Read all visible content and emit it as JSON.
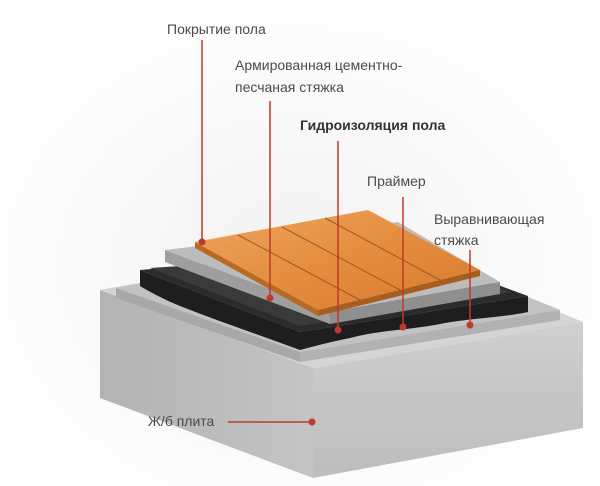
{
  "labels": {
    "floor_covering": "Покрытие пола",
    "reinforced_screed_line1": "Армированная цементно-",
    "reinforced_screed_line2": "песчаная стяжка",
    "waterproofing": "Гидроизоляция пола",
    "primer": "Праймер",
    "leveling_screed_line1": "Выравнивающая",
    "leveling_screed_line2": "стяжка",
    "concrete_slab": "Ж/б плита"
  },
  "colors": {
    "leader_line": "#c0392b",
    "concrete": "#c9c9c9",
    "screed": "#b7b7b7",
    "waterproofing": "#1f1f1f",
    "wood": "#e8944a"
  }
}
